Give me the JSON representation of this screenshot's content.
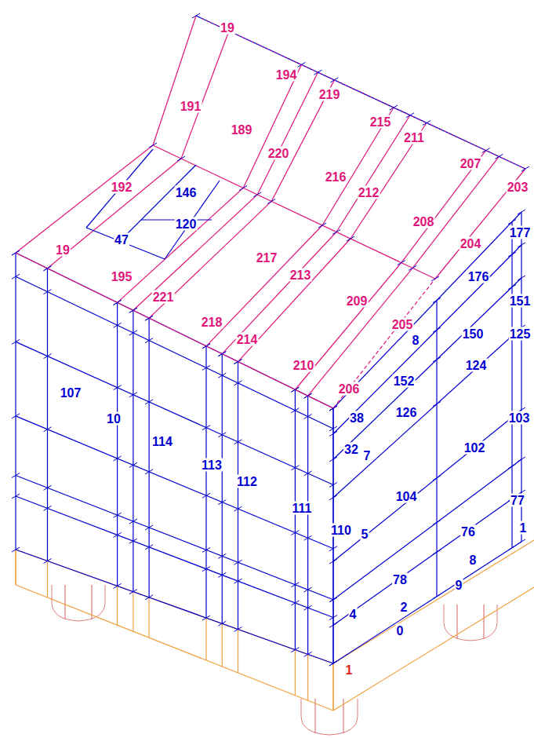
{
  "diagram": {
    "labels": [
      "19",
      "194",
      "191",
      "219",
      "189",
      "215",
      "220",
      "211",
      "207",
      "216",
      "203",
      "212",
      "192",
      "146",
      "208",
      "120",
      "19",
      "47",
      "204",
      "177",
      "217",
      "195",
      "176",
      "221",
      "213",
      "151",
      "209",
      "150",
      "125",
      "205",
      "8",
      "218",
      "214",
      "124",
      "210",
      "152",
      "206",
      "126",
      "107",
      "10",
      "38",
      "103",
      "114",
      "102",
      "32",
      "7",
      "113",
      "112",
      "104",
      "77",
      "111",
      "110",
      "5",
      "76",
      "1",
      "8",
      "78",
      "9",
      "4",
      "2",
      "0",
      "1"
    ]
  }
}
